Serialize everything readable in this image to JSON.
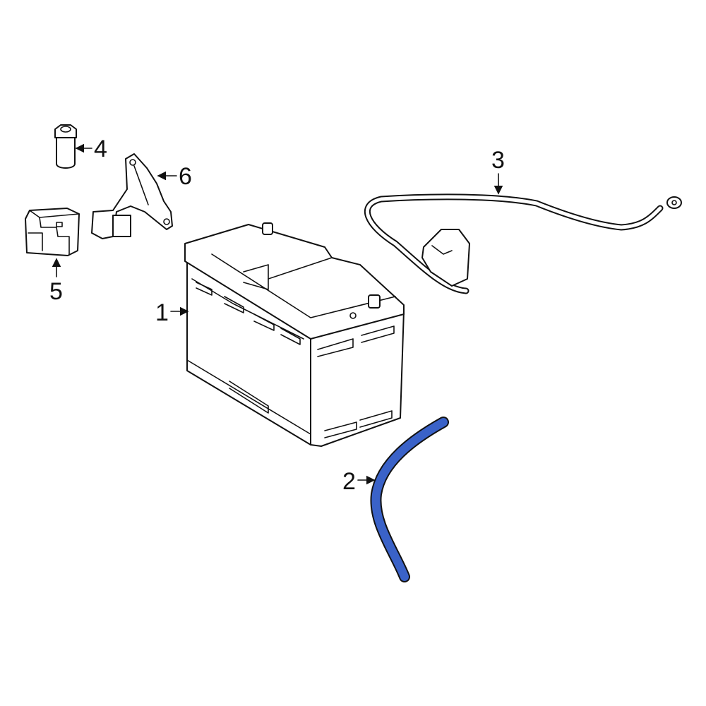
{
  "diagram": {
    "highlight_color": "#3a62c8",
    "line_color": "#111111",
    "callouts": [
      {
        "number": "1",
        "part": "battery"
      },
      {
        "number": "2",
        "part": "vent-hose"
      },
      {
        "number": "3",
        "part": "battery-cable"
      },
      {
        "number": "4",
        "part": "spacer"
      },
      {
        "number": "5",
        "part": "relay-bracket"
      },
      {
        "number": "6",
        "part": "bracket"
      }
    ]
  }
}
